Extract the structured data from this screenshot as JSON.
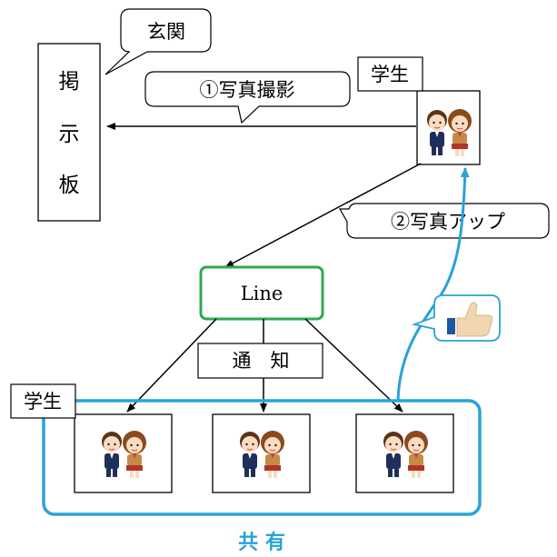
{
  "bulletin_board": {
    "chars": [
      "掲",
      "示",
      "板"
    ]
  },
  "entrance_callout": {
    "text": "玄関"
  },
  "photo_callout": {
    "text": "①写真撮影"
  },
  "upload_callout": {
    "text": "②写真アップ"
  },
  "student_top_label": {
    "text": "学生"
  },
  "line_box": {
    "text": "Line"
  },
  "notify_box": {
    "text": "通　知"
  },
  "student_group_label": {
    "text": "学生"
  },
  "shared_label": {
    "text": "共 有"
  },
  "colors": {
    "line_green": "#2fa84f",
    "share_blue": "#29a3d8",
    "ink": "#000000",
    "like_thumb": "#f2d6b0",
    "like_cuff": "#1a5aa0"
  },
  "icons": {
    "students": "two-students-icon",
    "like": "thumbs-up-icon"
  }
}
